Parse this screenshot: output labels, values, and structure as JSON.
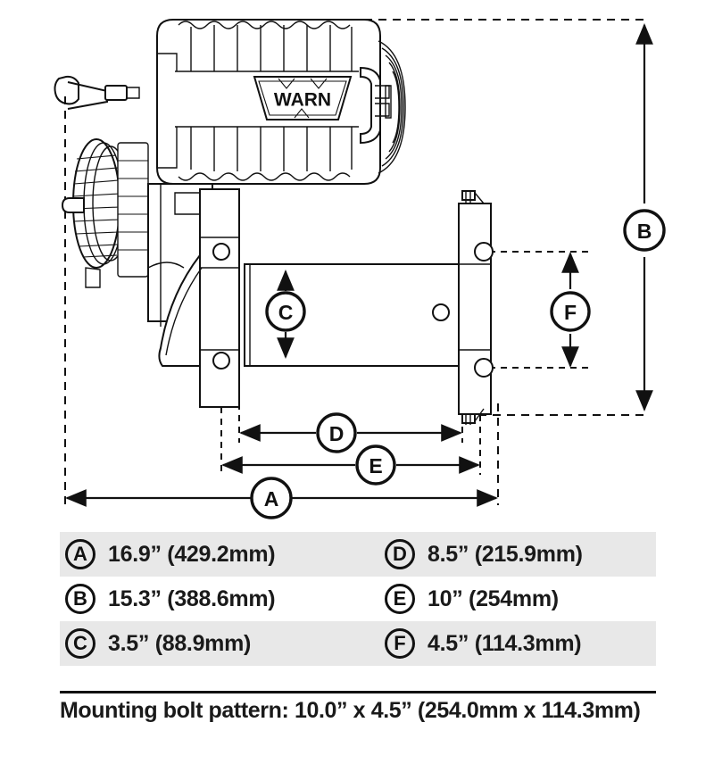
{
  "diagram": {
    "brand_logo_text": "WARN",
    "callouts": [
      {
        "id": "A",
        "name": "overall-length"
      },
      {
        "id": "B",
        "name": "overall-height"
      },
      {
        "id": "C",
        "name": "drum-diameter"
      },
      {
        "id": "D",
        "name": "bolt-pattern-inner-length"
      },
      {
        "id": "E",
        "name": "bolt-pattern-length"
      },
      {
        "id": "F",
        "name": "bolt-pattern-width"
      }
    ]
  },
  "legend": {
    "rows": [
      {
        "left": {
          "id": "A",
          "value": "16.9” (429.2mm)"
        },
        "right": {
          "id": "D",
          "value": "8.5” (215.9mm)"
        }
      },
      {
        "left": {
          "id": "B",
          "value": "15.3” (388.6mm)"
        },
        "right": {
          "id": "E",
          "value": "10” (254mm)"
        }
      },
      {
        "left": {
          "id": "C",
          "value": "3.5” (88.9mm)"
        },
        "right": {
          "id": "F",
          "value": "4.5” (114.3mm)"
        }
      }
    ]
  },
  "note": {
    "text": "Mounting bolt pattern: 10.0” x 4.5” (254.0mm x 114.3mm)"
  },
  "colors": {
    "ink": "#111111",
    "row_shade": "#e8e8e8",
    "background": "#ffffff"
  }
}
